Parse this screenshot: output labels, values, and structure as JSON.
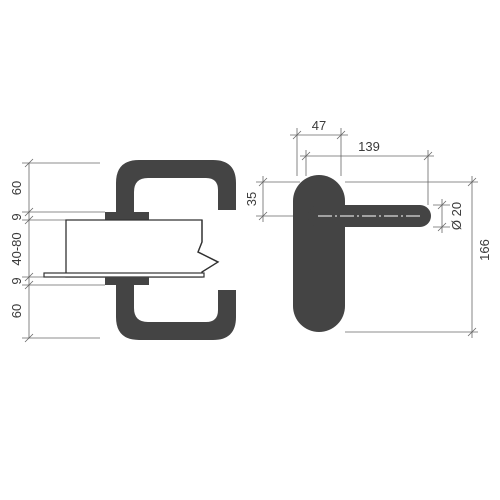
{
  "colors": {
    "background": "#ffffff",
    "handle": "#444444",
    "dimension_line": "#666666",
    "text": "#3a3a3a"
  },
  "side_view": {
    "dim_top": "60",
    "dim_rose_top": "9",
    "dim_door": "40-80",
    "dim_rose_bottom": "9",
    "dim_bottom": "60"
  },
  "front_view": {
    "dim_width": "47",
    "dim_length": "139",
    "dim_offset": "35",
    "dim_diameter": "Ø 20",
    "dim_height": "166"
  }
}
